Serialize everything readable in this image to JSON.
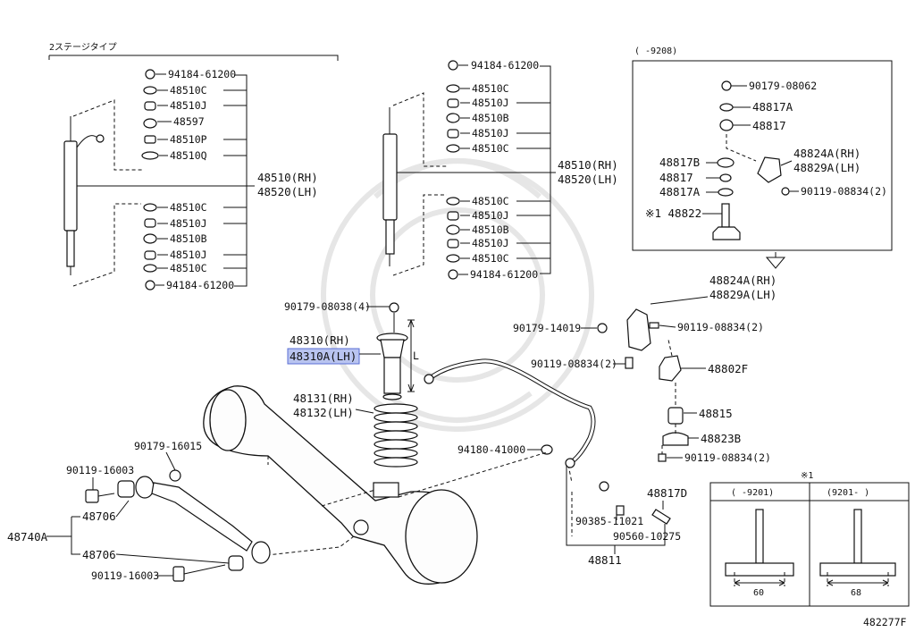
{
  "header": {
    "stage_label": "2ステージタイプ",
    "drawing_number": "482277F"
  },
  "labels": {
    "s_94184_top": "94184-61200",
    "s_48510C_1": "48510C",
    "s_48510J_1": "48510J",
    "s_48597": "48597",
    "s_48510P": "48510P",
    "s_48510Q": "48510Q",
    "s_rh": "48510(RH)",
    "s_lh": "48520(LH)",
    "s_48510C_2": "48510C",
    "s_48510J_2": "48510J",
    "s_48510B": "48510B",
    "s_48510J_3": "48510J",
    "s_48510C_3": "48510C",
    "s_94184_bot": "94184-61200",
    "m_94184_top": "94184-61200",
    "m_48510C_1": "48510C",
    "m_48510J_1": "48510J",
    "m_48510B_1": "48510B",
    "m_48510J_2": "48510J",
    "m_48510C_2": "48510C",
    "m_rh": "48510(RH)",
    "m_lh": "48520(LH)",
    "m_48510C_3": "48510C",
    "m_48510J_3": "48510J",
    "m_48510B_2": "48510B",
    "m_48510J_4": "48510J",
    "m_48510C_4": "48510C",
    "m_94184_bot": "94184-61200",
    "box_header": "(    -9208)",
    "b_90179": "90179-08062",
    "b_48817A_1": "48817A",
    "b_48817_1": "48817",
    "b_48817B": "48817B",
    "b_48817_2": "48817",
    "b_48817A_2": "48817A",
    "b_48824A": "48824A(RH)",
    "b_48829A": "48829A(LH)",
    "b_90119": "90119-08834(2)",
    "b_48822": "※1 48822",
    "r_48824A": "48824A(RH)",
    "r_48829A": "48829A(LH)",
    "r_90179_14019": "90179-14019",
    "r_90119_a": "90119-08834(2)",
    "r_90119_b": "90119-08834(2)",
    "r_48802F": "48802F",
    "r_48815": "48815",
    "r_48823B": "48823B",
    "r_90119_c": "90119-08834(2)",
    "c_90179_08038": "90179-08038(4)",
    "c_48310": "48310(RH)",
    "c_48310A": "48310A(LH)",
    "c_L": "L",
    "c_48131": "48131(RH)",
    "c_48132": "48132(LH)",
    "c_94180": "94180-41000",
    "l_90179_16015": "90179-16015",
    "l_90119_16003_a": "90119-16003",
    "l_48706_a": "48706",
    "l_48740A": "48740A",
    "l_48706_b": "48706",
    "l_90119_16003_b": "90119-16003",
    "k_48817D": "48817D",
    "k_90385": "90385-11021",
    "k_90560": "90560-10275",
    "k_48811": "48811",
    "note_mark": "※1",
    "note_col1": "(    -9201)",
    "note_col2": "(9201-    )",
    "note_dim1": "60",
    "note_dim2": "68"
  }
}
